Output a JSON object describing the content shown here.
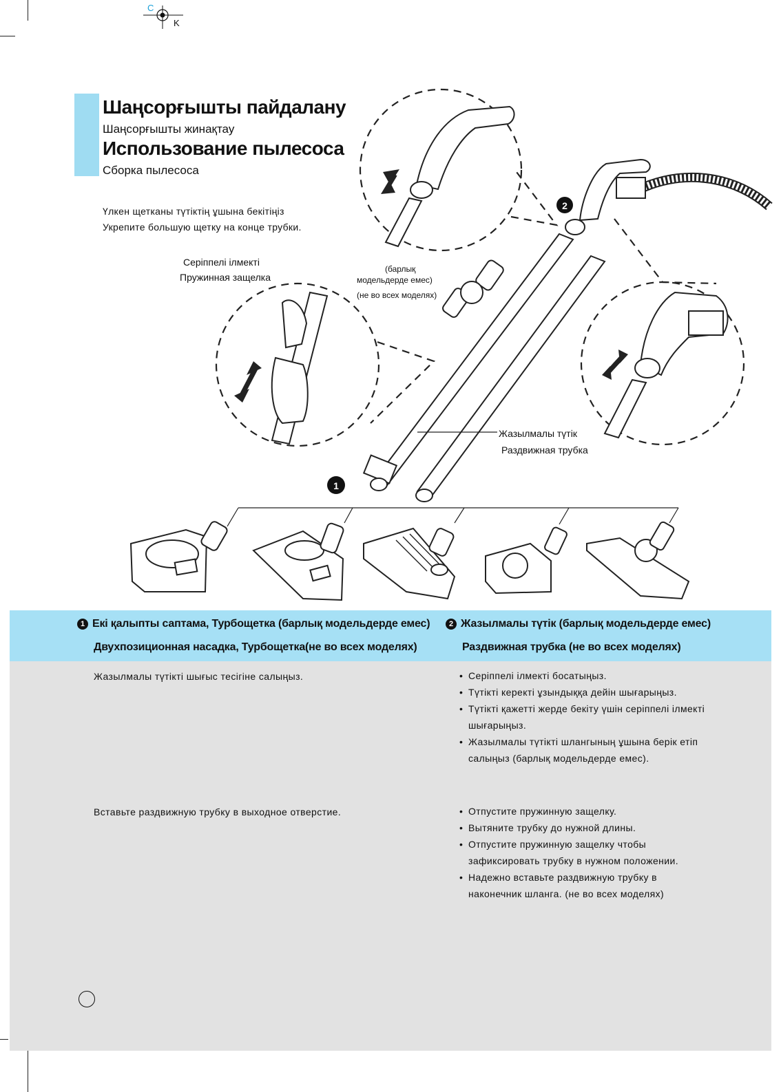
{
  "registration": {
    "c": "C",
    "k": "K"
  },
  "header": {
    "title_kz": "Шаңсорғышты пайдалану",
    "subtitle_kz": "Шаңсорғышты жинақтау",
    "title_ru": "Использование пылесоса",
    "subtitle_ru": "Сборка пылесоса"
  },
  "intro": {
    "kz": "Үлкен щетканы түтіктің ұшына бекітіңіз",
    "ru": "Укрепите большую щетку на конце трубки."
  },
  "figure": {
    "spring_latch_kz": "Серіппелі ілмекті",
    "spring_latch_ru": "Пружинная защелка",
    "not_all_kz_1": "(барлық",
    "not_all_kz_2": "модельдерде емес)",
    "not_all_ru": "(не во всех моделях)",
    "tube_kz": "Жазылмалы түтік",
    "tube_ru": "Раздвижная трубка",
    "marker_1": "1",
    "marker_2": "2"
  },
  "band": {
    "left_num": "1",
    "left_kz": "Екі қалыпты саптама, Турбощетка (барлық модельдерде емес)",
    "left_ru": "Двухпозиционная насадка, Турбощетка(не во всех моделях)",
    "right_num": "2",
    "right_kz": "Жазылмалы түтік (барлық модельдерде емес)",
    "right_ru": "Раздвижная трубка (не во всех моделях)"
  },
  "content": {
    "left_kz": "Жазылмалы түтікті шығыс тесігіне салыңыз.",
    "left_ru": "Вставьте раздвижную трубку в выходное отверстие.",
    "right_kz": [
      "Серіппелі ілмекті босатыңыз.",
      "Түтікті керекті ұзындыққа дейін шығарыңыз.",
      "Түтікті қажетті жерде бекіту үшін серіппелі ілмекті шығарыңыз.",
      "Жазылмалы түтікті шлангының ұшына берік етіп салыңыз (барлық модельдерде емес)."
    ],
    "right_ru": [
      "Отпустите пружинную защелку.",
      "Вытяните трубку до нужной длины.",
      "Отпустите пружинную защелку чтобы зафиксировать трубку в нужном положении.",
      "Надежно вставьте раздвижную трубку в наконечник шланга. (не во всех моделях)"
    ]
  }
}
